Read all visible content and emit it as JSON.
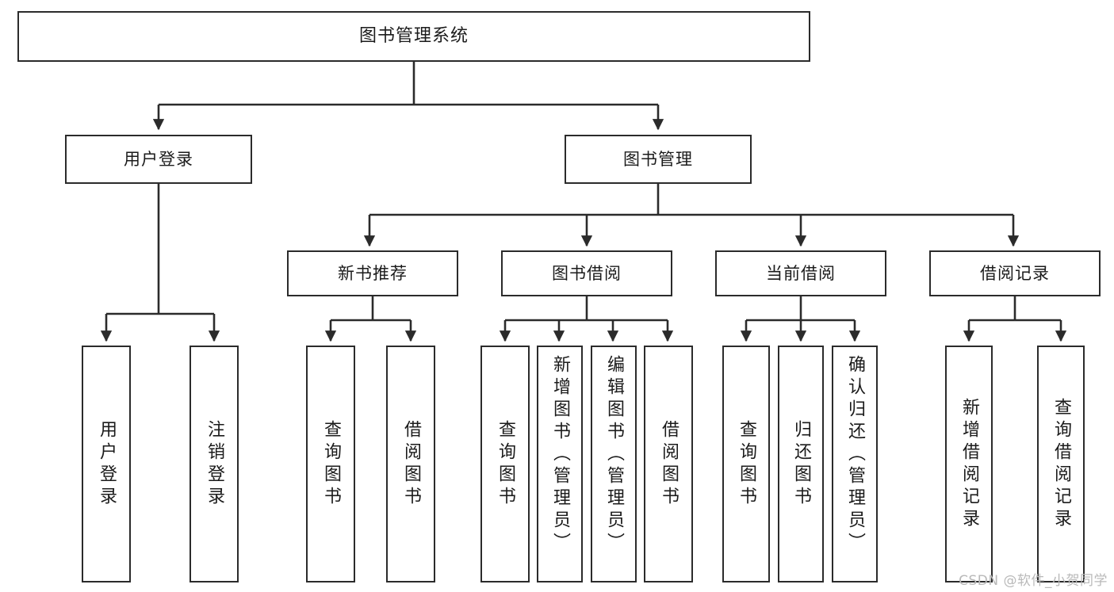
{
  "diagram": {
    "type": "tree",
    "title": "图书管理系统",
    "colors": {
      "stroke": "#2b2b2b",
      "fill": "#ffffff",
      "text": "#1b1b1b",
      "watermark": "#b9b9b9"
    },
    "root": {
      "label": "图书管理系统"
    },
    "level2": [
      {
        "label": "用户登录"
      },
      {
        "label": "图书管理"
      }
    ],
    "level3": [
      {
        "label": "新书推荐"
      },
      {
        "label": "图书借阅"
      },
      {
        "label": "当前借阅"
      },
      {
        "label": "借阅记录"
      }
    ],
    "leaves": [
      {
        "label": "用户登录",
        "parent": "用户登录"
      },
      {
        "label": "注销登录",
        "parent": "用户登录"
      },
      {
        "label": "查询图书",
        "parent": "新书推荐"
      },
      {
        "label": "借阅图书",
        "parent": "新书推荐"
      },
      {
        "label": "查询图书",
        "parent": "图书借阅"
      },
      {
        "label": "新增图书（管理员）",
        "parent": "图书借阅"
      },
      {
        "label": "编辑图书（管理员）",
        "parent": "图书借阅"
      },
      {
        "label": "借阅图书",
        "parent": "图书借阅"
      },
      {
        "label": "查询图书",
        "parent": "当前借阅"
      },
      {
        "label": "归还图书",
        "parent": "当前借阅"
      },
      {
        "label": "确认归还（管理员）",
        "parent": "当前借阅"
      },
      {
        "label": "新增借阅记录",
        "parent": "借阅记录"
      },
      {
        "label": "查询借阅记录",
        "parent": "借阅记录"
      }
    ]
  },
  "watermark": {
    "text": "CSDN @软件_小贺同学"
  }
}
